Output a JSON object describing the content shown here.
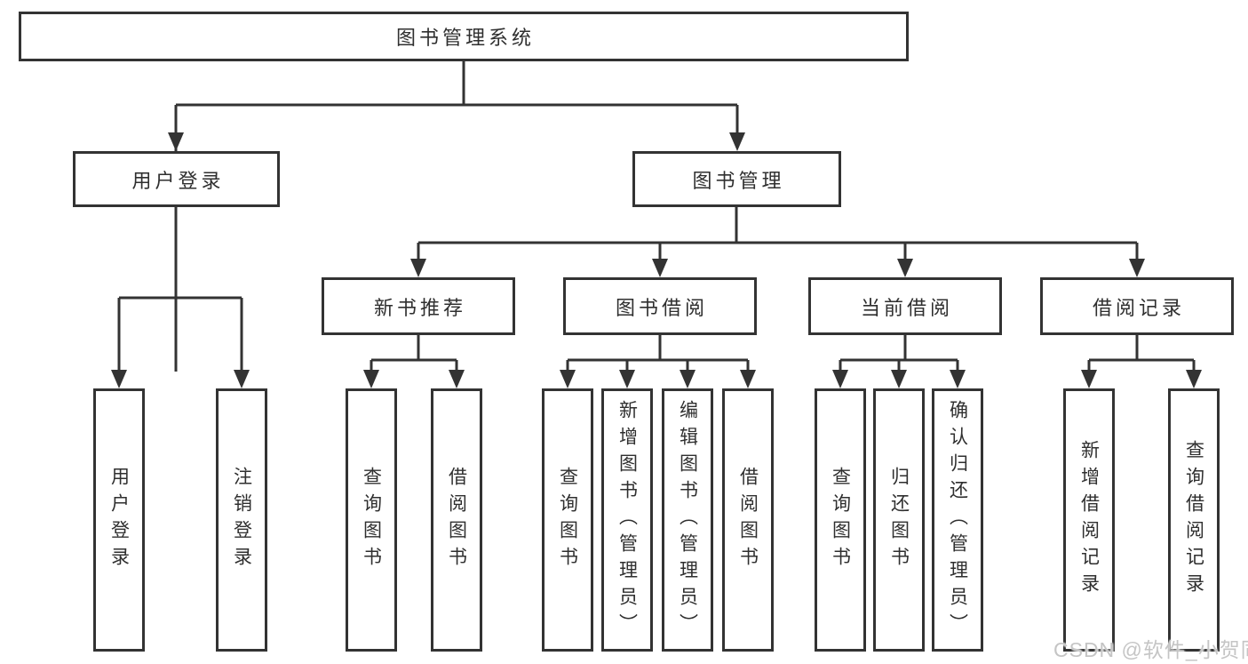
{
  "diagram": {
    "title": "图书管理系统",
    "level2": {
      "user_login": "用户登录",
      "book_mgmt": "图书管理"
    },
    "level3": {
      "new_books": "新书推荐",
      "book_borrow": "图书借阅",
      "current_borrow": "当前借阅",
      "borrow_records": "借阅记录"
    },
    "leaves": {
      "user_login": [
        "用户登录",
        "注销登录"
      ],
      "new_books": [
        "查询图书",
        "借阅图书"
      ],
      "book_borrow": [
        "查询图书",
        "新增图书（管理员）",
        "编辑图书（管理员）",
        "借阅图书"
      ],
      "current_borrow": [
        "查询图书",
        "归还图书",
        "确认归还（管理员）"
      ],
      "borrow_records": [
        "新增借阅记录",
        "查询借阅记录"
      ]
    },
    "watermark": "CSDN @软件_小贺同学",
    "colors": {
      "line": "#333333",
      "box_border": "#333333",
      "box_fill": "#ffffff",
      "text": "#2f2f2f",
      "watermark": "#c5c5c5"
    }
  }
}
